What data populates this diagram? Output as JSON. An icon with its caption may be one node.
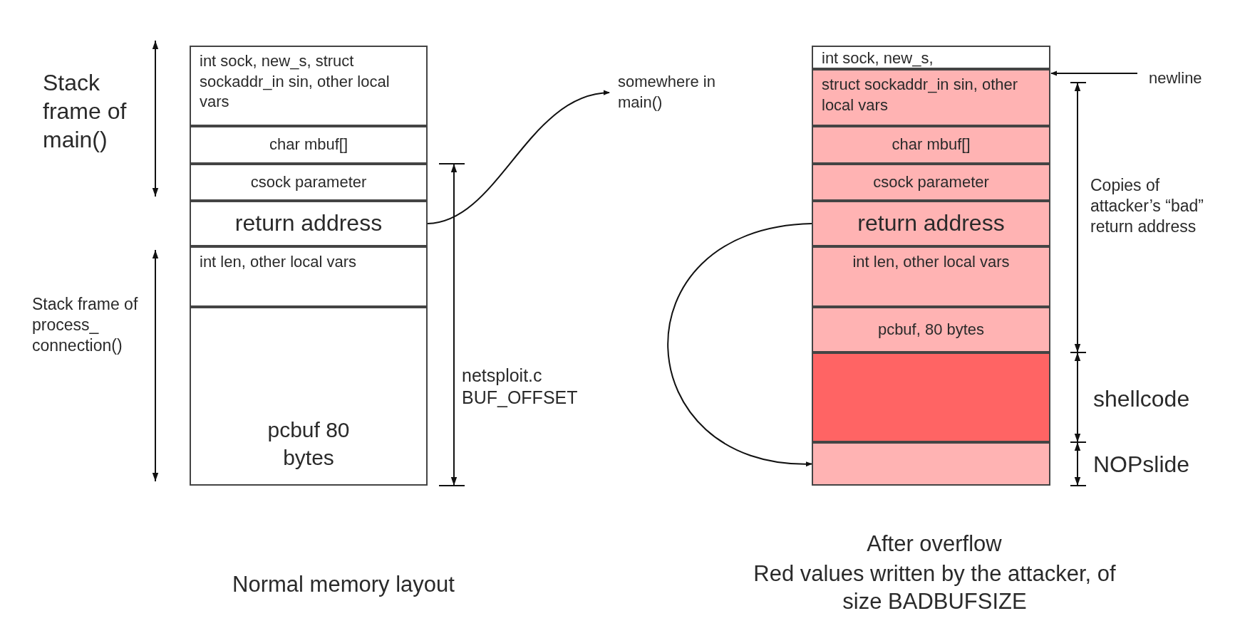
{
  "diagram": {
    "nodes": [
      {
        "text": [
          "int sock, new_s, struct sockaddr_in sin, other local vars"
        ]
      },
      {
        "text": [
          "char mbuf[]"
        ]
      },
      {
        "text": [
          "csock parameter"
        ]
      },
      {
        "text": [
          "return address"
        ]
      },
      {
        "text": [
          "int len, other local vars"
        ]
      },
      {
        "text": [
          "pcbuf 80 bytes"
        ]
      },
      {
        "text": [
          "somewhere in main()"
        ]
      },
      {
        "text": [
          "int sock, new_s,"
        ]
      },
      {
        "text": [
          "struct sockaddr_in sin, other local vars"
        ]
      },
      {
        "text": [
          "char mbuf[]"
        ]
      },
      {
        "text": [
          "csock parameter"
        ]
      },
      {
        "text": [
          "return address"
        ]
      },
      {
        "text": [
          "int len, other local vars"
        ]
      },
      {
        "text": [
          "pcbuf, 80 bytes"
        ]
      },
      {
        "text": [],
        "shape": "box"
      },
      {
        "text": [],
        "shape": "box"
      },
      {
        "text": [
          "newline"
        ]
      }
    ],
    "edges": [
      {
        "from": 3,
        "to": 6,
        "arrow": "to"
      },
      {
        "from": 11,
        "to": 15,
        "arrow": "to"
      },
      {
        "from": 16,
        "to": 8,
        "arrow": "to"
      }
    ],
    "labels": [
      "Stack frame of main()",
      "Stack frame of process_ connection()",
      "netsploit.c BUF_OFFSET",
      "Copies of attacker’s “bad” return address",
      "shellcode",
      "NOPslide",
      "Normal memory layout",
      "After overflow",
      "Red values written by the attacker, of size BADBUFSIZE"
    ]
  }
}
